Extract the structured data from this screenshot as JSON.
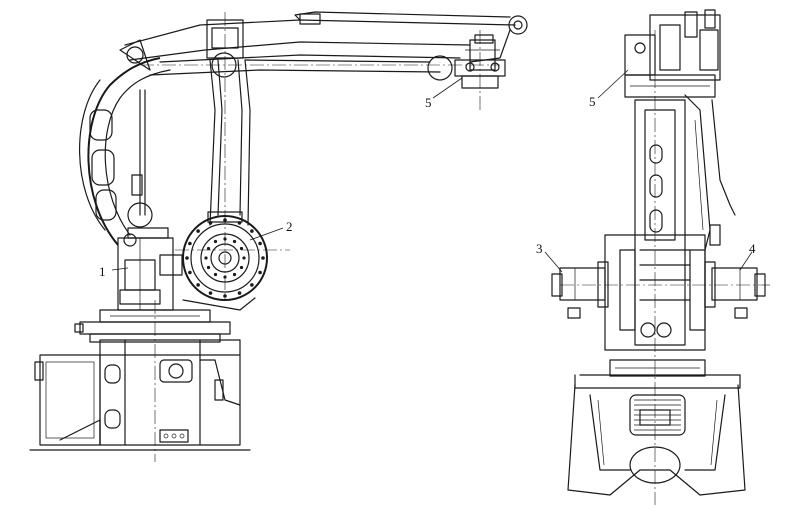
{
  "callouts": [
    {
      "id": "c1",
      "text": "1"
    },
    {
      "id": "c2",
      "text": "2"
    },
    {
      "id": "c3",
      "text": "3"
    },
    {
      "id": "c4",
      "text": "4"
    },
    {
      "id": "c5a",
      "text": "5"
    },
    {
      "id": "c5b",
      "text": "5"
    }
  ]
}
